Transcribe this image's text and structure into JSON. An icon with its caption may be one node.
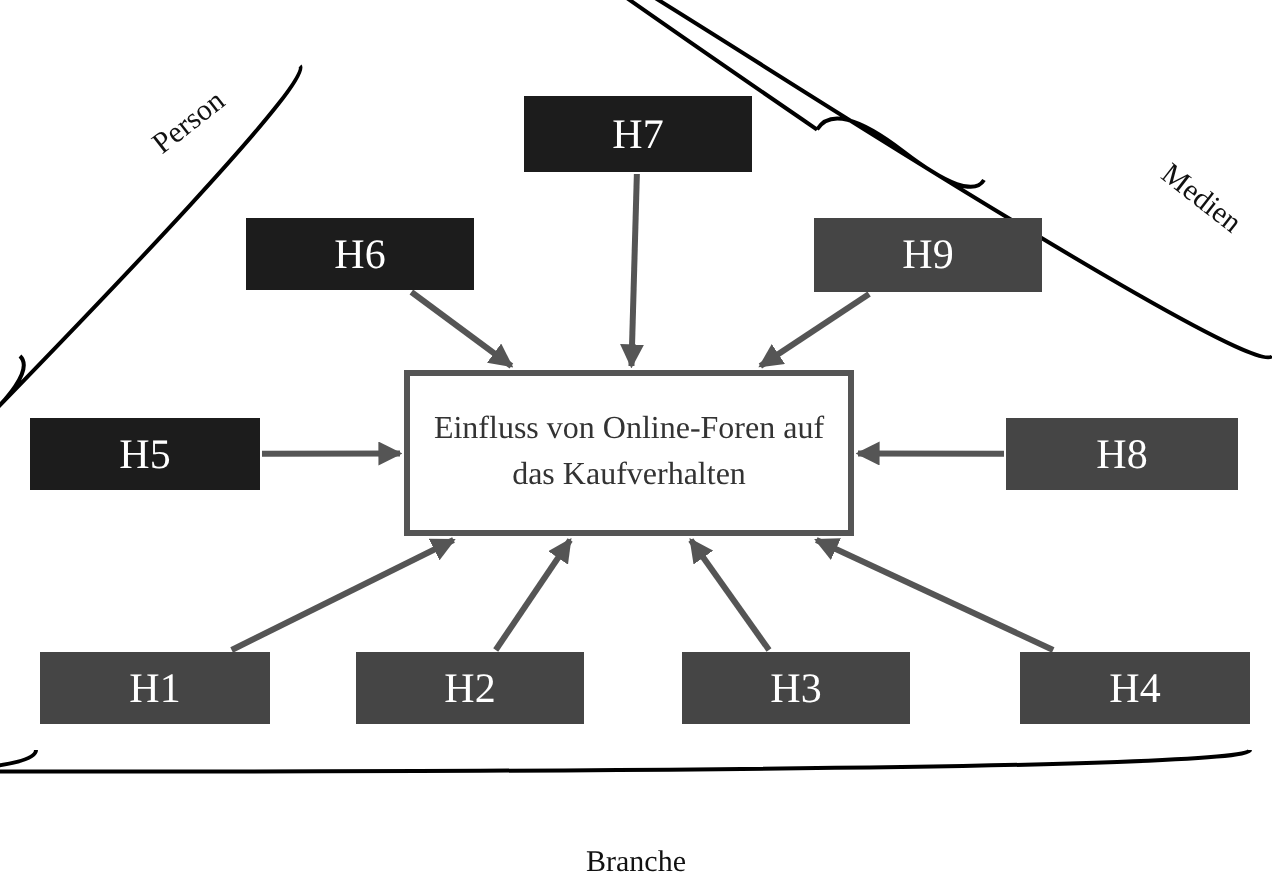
{
  "diagram": {
    "nodes": [
      {
        "text": [
          "Einfluss von Online-Foren auf das Kaufverhalten"
        ]
      },
      {
        "text": [
          "H7"
        ]
      },
      {
        "text": [
          "H6"
        ]
      },
      {
        "text": [
          "H9"
        ]
      },
      {
        "text": [
          "H5"
        ]
      },
      {
        "text": [
          "H8"
        ]
      },
      {
        "text": [
          "H1"
        ]
      },
      {
        "text": [
          "H2"
        ]
      },
      {
        "text": [
          "H3"
        ]
      },
      {
        "text": [
          "H4"
        ]
      }
    ],
    "edges": [
      {
        "from": 1,
        "to": 0,
        "arrow": "to"
      },
      {
        "from": 2,
        "to": 0,
        "arrow": "to"
      },
      {
        "from": 3,
        "to": 0,
        "arrow": "to"
      },
      {
        "from": 4,
        "to": 0,
        "arrow": "to"
      },
      {
        "from": 5,
        "to": 0,
        "arrow": "to"
      },
      {
        "from": 6,
        "to": 0,
        "arrow": "to"
      },
      {
        "from": 7,
        "to": 0,
        "arrow": "to"
      },
      {
        "from": 8,
        "to": 0,
        "arrow": "to"
      },
      {
        "from": 9,
        "to": 0,
        "arrow": "to"
      }
    ],
    "labels": [
      "Person",
      "Medien",
      "Branche"
    ]
  }
}
